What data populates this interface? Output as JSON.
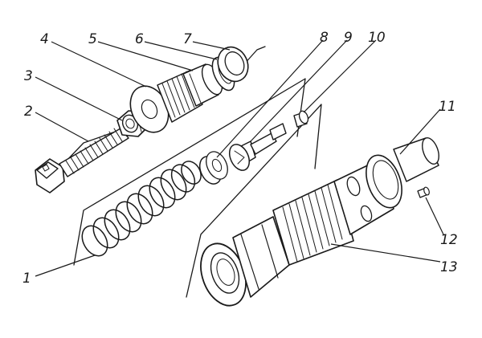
{
  "callouts": [
    {
      "id": "1",
      "label": "1"
    },
    {
      "id": "2",
      "label": "2"
    },
    {
      "id": "3",
      "label": "3"
    },
    {
      "id": "4",
      "label": "4"
    },
    {
      "id": "5",
      "label": "5"
    },
    {
      "id": "6",
      "label": "6"
    },
    {
      "id": "7",
      "label": "7"
    },
    {
      "id": "8",
      "label": "8"
    },
    {
      "id": "9",
      "label": "9"
    },
    {
      "id": "10",
      "label": "10"
    },
    {
      "id": "11",
      "label": "11"
    },
    {
      "id": "12",
      "label": "12"
    },
    {
      "id": "13",
      "label": "13"
    }
  ],
  "colors": {
    "ink": "#1a1a1a",
    "paper": "#ffffff"
  }
}
